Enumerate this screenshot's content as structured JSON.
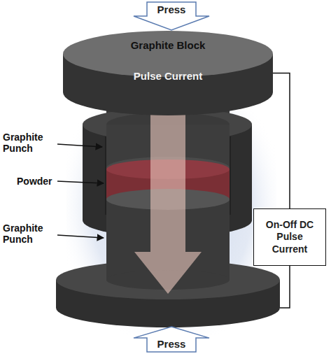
{
  "diagram": {
    "nodes": [
      {
        "text": [
          "Press"
        ]
      },
      {
        "text": [
          "Graphite Block",
          "Pulse Current"
        ]
      },
      {
        "text": [
          "On-Off DC Pulse Current"
        ]
      },
      {
        "text": [
          "Press"
        ]
      }
    ],
    "edges": [
      {
        "from": 2,
        "to": 1,
        "arrow": "none"
      }
    ],
    "labels": [
      "Graphite Punch",
      "Powder",
      "Graphite Punch"
    ]
  }
}
